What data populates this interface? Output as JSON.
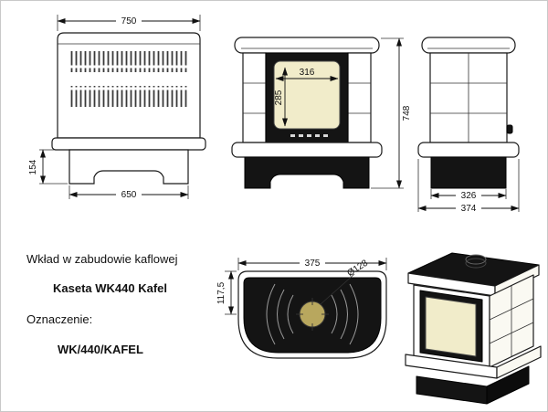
{
  "info": {
    "line1": "Wkład w zabudowie kaflowej",
    "line2": "Kaseta WK440 Kafel",
    "line3": "Oznaczenie:",
    "line4": "WK/440/KAFEL"
  },
  "dims": {
    "rear_width": "750",
    "rear_base_width": "650",
    "rear_base_height": "154",
    "glass_width": "316",
    "glass_height": "285",
    "total_height": "748",
    "side_depth_inner": "326",
    "side_depth_outer": "374",
    "top_width": "375",
    "flue_offset": "117,5",
    "flue_diameter": "Ø128"
  },
  "colors": {
    "glass": "#f1ecca",
    "flue": "#b8a75e",
    "dark": "#141414",
    "line": "#1a1a1a"
  }
}
